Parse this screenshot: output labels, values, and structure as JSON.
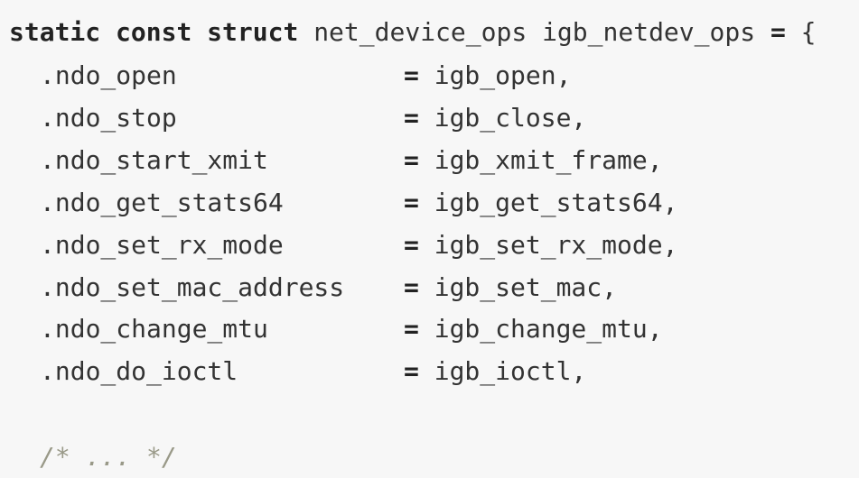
{
  "code": {
    "header": {
      "keyword_static": "static",
      "keyword_const": "const",
      "keyword_struct": "struct",
      "type_name": "net_device_ops",
      "var_name": "igb_netdev_ops",
      "assign": "=",
      "open_brace": "{"
    },
    "fields": [
      {
        "name": ".ndo_open",
        "op": "=",
        "value": "igb_open,"
      },
      {
        "name": ".ndo_stop",
        "op": "=",
        "value": "igb_close,"
      },
      {
        "name": ".ndo_start_xmit",
        "op": "=",
        "value": "igb_xmit_frame,"
      },
      {
        "name": ".ndo_get_stats64",
        "op": "=",
        "value": "igb_get_stats64,"
      },
      {
        "name": ".ndo_set_rx_mode",
        "op": "=",
        "value": "igb_set_rx_mode,"
      },
      {
        "name": ".ndo_set_mac_address",
        "op": "=",
        "value": "igb_set_mac,"
      },
      {
        "name": ".ndo_change_mtu",
        "op": "=",
        "value": "igb_change_mtu,"
      },
      {
        "name": ".ndo_do_ioctl",
        "op": "=",
        "value": "igb_ioctl,"
      }
    ],
    "comment": "/* ... */"
  },
  "colors": {
    "background": "#f7f7f7",
    "text": "#333333",
    "keyword": "#222222",
    "comment": "#999988"
  }
}
